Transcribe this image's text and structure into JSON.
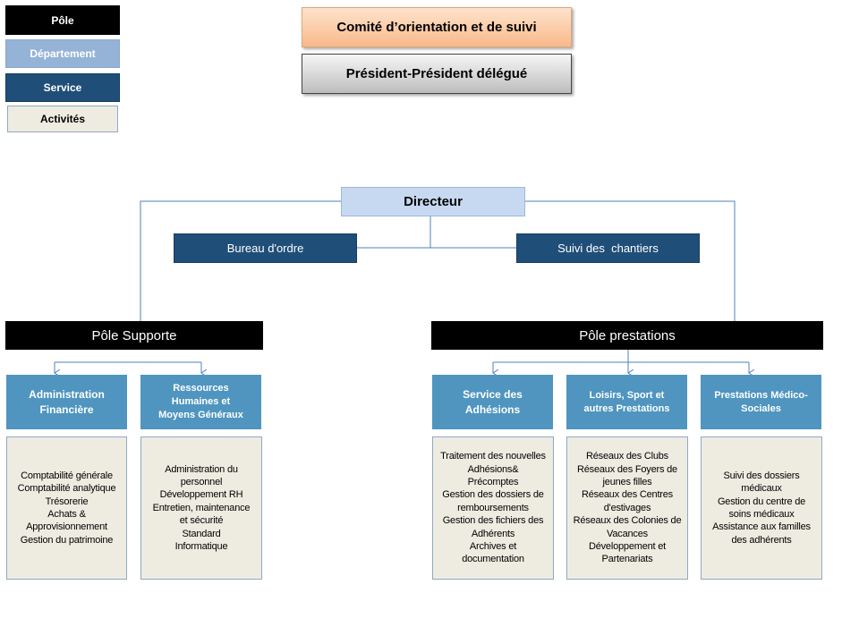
{
  "legend": {
    "pole": "Pôle",
    "departement": "Département",
    "service": "Service",
    "activites": "Activités"
  },
  "header": {
    "comite": "Comité d’orientation et de suivi",
    "president": "Président-Président délégué"
  },
  "directeur": {
    "title": "Directeur",
    "bureau": "Bureau d'ordre",
    "suivi": "Suivi des  chantiers"
  },
  "poles": {
    "support": "Pôle Supporte",
    "prestations": "Pôle prestations"
  },
  "departments": {
    "admin": {
      "line1": "Administration",
      "line2": "Financière"
    },
    "rh": {
      "line1": "Ressources",
      "line2": "Humaines et",
      "line3": "Moyens Généraux"
    },
    "adhesions": {
      "line1": "Service des",
      "line2": "Adhésions"
    },
    "loisirs": {
      "line1": "Loisirs, Sport et",
      "line2": "autres Prestations"
    },
    "medico": {
      "line1": "Prestations Médico-",
      "line2": "Sociales"
    }
  },
  "activities": {
    "admin": [
      "Comptabilité générale",
      "Comptabilité analytique",
      "Trésorerie",
      "Achats &",
      "Approvisionnement",
      "Gestion du patrimoine"
    ],
    "rh": [
      "Administration du",
      "personnel",
      "Développement RH",
      "Entretien, maintenance",
      "et sécurité",
      "Standard",
      "Informatique"
    ],
    "adhesions": [
      "Traitement des nouvelles",
      "Adhésions&",
      "Précomptes",
      "Gestion des dossiers de",
      "remboursements",
      "Gestion des fichiers des",
      "Adhérents",
      "Archives et",
      "documentation"
    ],
    "loisirs": [
      "Réseaux des Clubs",
      "Réseaux des Foyers de",
      "jeunes filles",
      "Réseaux des Centres",
      "d'estivages",
      "Réseaux des Colonies de",
      "Vacances",
      "Développement et",
      "Partenariats"
    ],
    "medico": [
      "Suivi des dossiers",
      "médicaux",
      "Gestion du centre de",
      "soins médicaux",
      "Assistance aux familles",
      "des adhérents"
    ]
  },
  "colors": {
    "pole": "#000000",
    "departement": "#95b3d7",
    "service": "#1f4e79",
    "activites": "#eeece1",
    "dept_box": "#4f95c0",
    "connector": "#4f81bd"
  }
}
